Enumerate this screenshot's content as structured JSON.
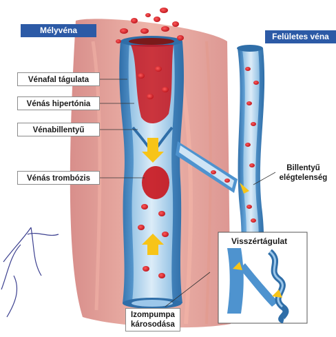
{
  "headers": {
    "deep_vein": "Mélyvéna",
    "superficial_vein": "Felületes véna"
  },
  "labels": {
    "wall_dilation": "Vénafal tágulata",
    "venous_hypertension": "Vénás hipertónia",
    "venous_valve": "Vénabillentyű",
    "venous_thrombosis": "Vénás trombózis",
    "valve_insufficiency_line1": "Billentyű",
    "valve_insufficiency_line2": "elégtelenség",
    "muscle_pump_line1": "Izompumpa",
    "muscle_pump_line2": "károsodása",
    "varicose_title": "Visszértágulat"
  },
  "colors": {
    "header_blue": "#2c5aa6",
    "vein_blue": "#4e93cf",
    "vein_blue_dark": "#2f6ea8",
    "vein_lumen": "#bcd9ef",
    "blood_red": "#d3121b",
    "muscle": "#c94a3f",
    "arrow_yellow": "#f7c418"
  }
}
